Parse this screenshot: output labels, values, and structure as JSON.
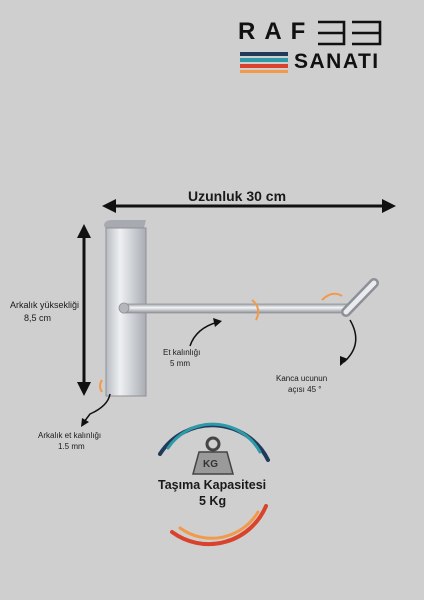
{
  "brand": {
    "line1": "RAF",
    "line2": "SANATI"
  },
  "dimensions": {
    "length": "Uzunluk 30 cm",
    "back_height_label": "Arkalık yüksekliği",
    "back_height_value": "8,5 cm",
    "wire_thickness_label": "Et kalınlığı",
    "wire_thickness_value": "5 mm",
    "hook_angle_label": "Kanca ucunun",
    "hook_angle_value": "açısı  45 °",
    "back_thickness_label": "Arkalık et kalınlığı",
    "back_thickness_value": "1.5 mm"
  },
  "capacity": {
    "icon_text": "KG",
    "title": "Taşıma Kapasitesi",
    "value": "5 Kg"
  },
  "colors": {
    "orange": "#f2994a",
    "navy": "#1f3a5a",
    "teal": "#2e9aa8",
    "red": "#d9432b"
  }
}
